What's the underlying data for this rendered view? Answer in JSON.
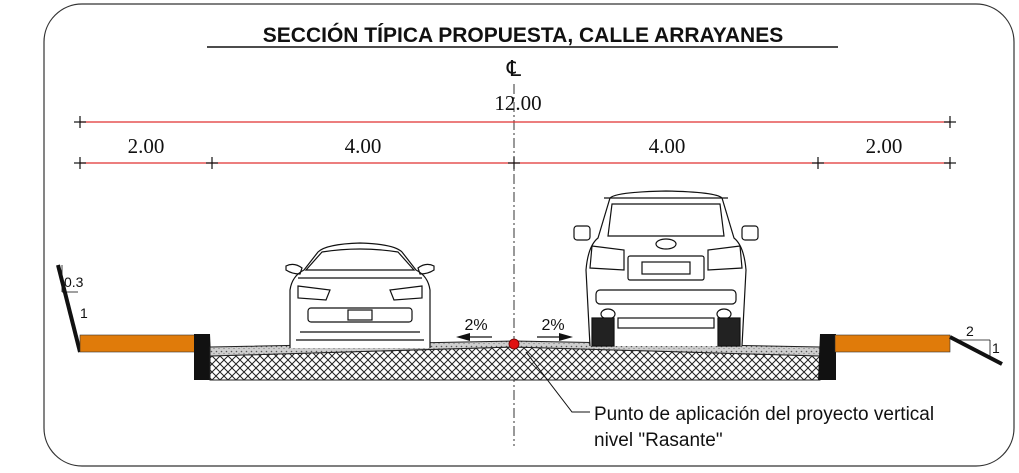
{
  "title": "SECCIÓN TÍPICA PROPUESTA,  CALLE ARRAYANES",
  "centerline_symbol": "℄",
  "dimensions": {
    "total": "12.00",
    "segments": [
      "2.00",
      "4.00",
      "4.00",
      "2.00"
    ]
  },
  "slopes": {
    "left_crossfall": "2%",
    "right_crossfall": "2%",
    "left_embankment_horizontal": "0.3",
    "left_embankment_vertical": "1",
    "right_embankment_horizontal": "2",
    "right_embankment_vertical": "1"
  },
  "annotation": {
    "line1": "Punto de aplicación del proyecto vertical",
    "line2": "nivel \"Rasante\""
  },
  "colors": {
    "dimension_line": "#e03030",
    "sidewalk": "#e07b0a",
    "point": "#e01010",
    "pavement": "#bdbdbd"
  }
}
